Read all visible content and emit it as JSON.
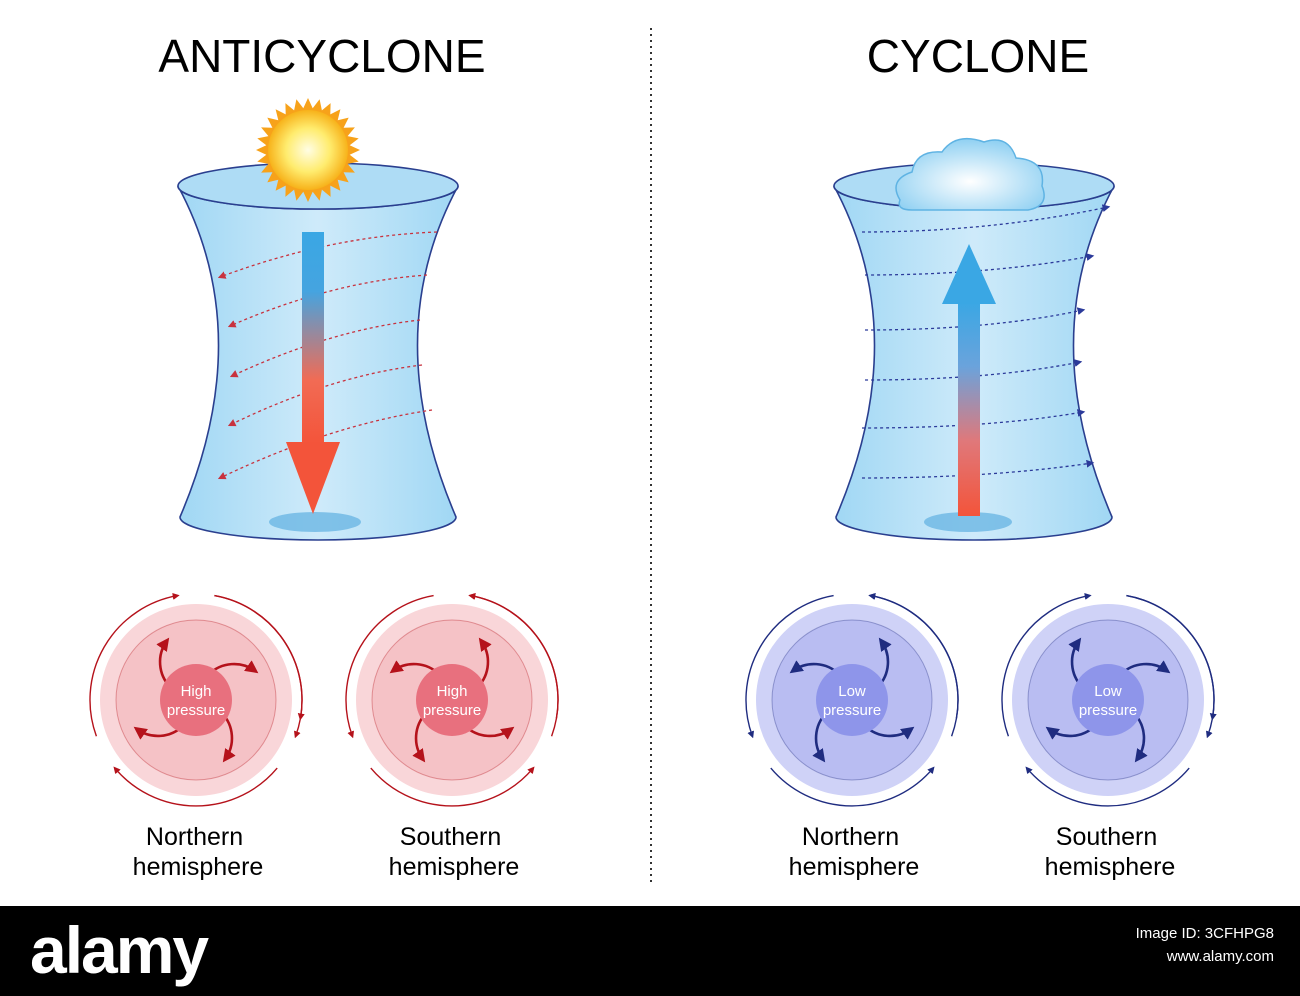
{
  "left": {
    "title": "ANTICYCLONE",
    "north_label": [
      "Northern",
      "hemisphere"
    ],
    "south_label": [
      "Southern",
      "hemisphere"
    ],
    "center_label": [
      "High",
      "pressure"
    ],
    "weather_icon": "sun-icon",
    "air_motion": "descending",
    "colors": {
      "disc": "#f5c2c6",
      "ring": "#f9d6d9",
      "center": "#e8707e",
      "arrow": "#b5121b",
      "flow": "#c8323e"
    }
  },
  "right": {
    "title": "CYCLONE",
    "north_label": [
      "Northern",
      "hemisphere"
    ],
    "south_label": [
      "Southern",
      "hemisphere"
    ],
    "center_label": [
      "Low",
      "pressure"
    ],
    "weather_icon": "cloud-icon",
    "air_motion": "ascending",
    "colors": {
      "disc": "#b9bdf2",
      "ring": "#cfd2f7",
      "center": "#8e95ea",
      "arrow": "#1f2c80",
      "flow": "#2b3a9a"
    }
  },
  "footer": {
    "brand": "alamy",
    "image_id_line": "Image ID: 3CFHPG8",
    "site": "www.alamy.com"
  }
}
